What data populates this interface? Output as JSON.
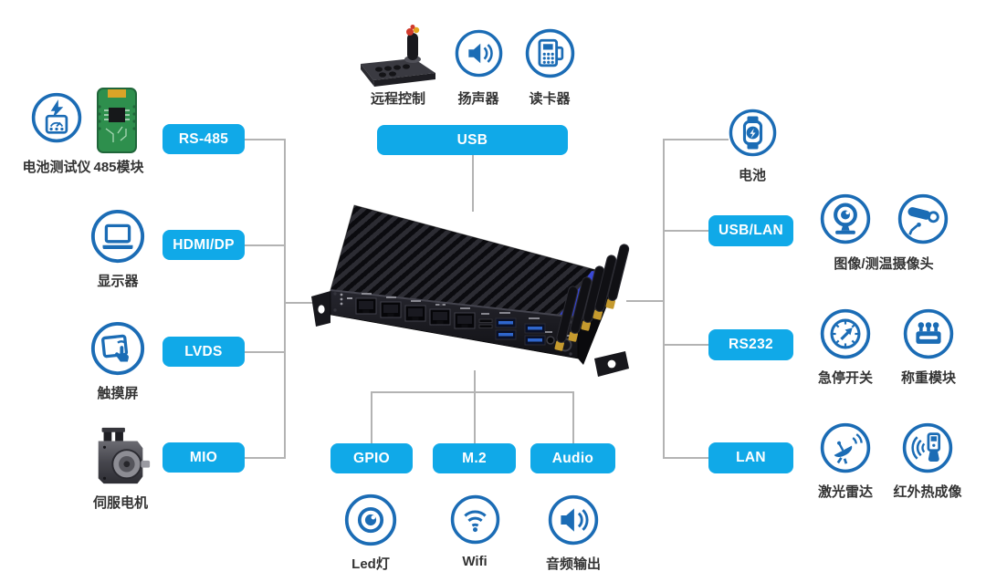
{
  "colors": {
    "accent_box": "#10a9e8",
    "icon_blue": "#1b6cb5",
    "connector_line": "#b3b3b3",
    "label_text": "#333333",
    "pcb_green": "#2e8f4d",
    "device_stripe_blue": "#2f3ed0"
  },
  "ports": {
    "rs485": "RS-485",
    "hdmi_dp": "HDMI/DP",
    "lvds": "LVDS",
    "mio": "MIO",
    "usb": "USB",
    "gpio": "GPIO",
    "m2": "M.2",
    "audio": "Audio",
    "usb_lan": "USB/LAN",
    "rs232": "RS232",
    "lan": "LAN"
  },
  "peripherals": {
    "battery_tester": "电池测试仪",
    "rs485_module": "485模块",
    "display": "显示器",
    "touch_screen": "触摸屏",
    "servo_motor": "伺服电机",
    "remote_control": "远程控制",
    "speaker": "扬声器",
    "card_reader": "读卡器",
    "battery": "电池",
    "camera": "图像/测温摄像头",
    "emergency_stop": "急停开关",
    "weighing_module": "称重模块",
    "lidar": "激光雷达",
    "thermal_imaging": "红外热成像",
    "led_light": "Led灯",
    "wifi": "Wifi",
    "audio_output": "音频输出"
  }
}
